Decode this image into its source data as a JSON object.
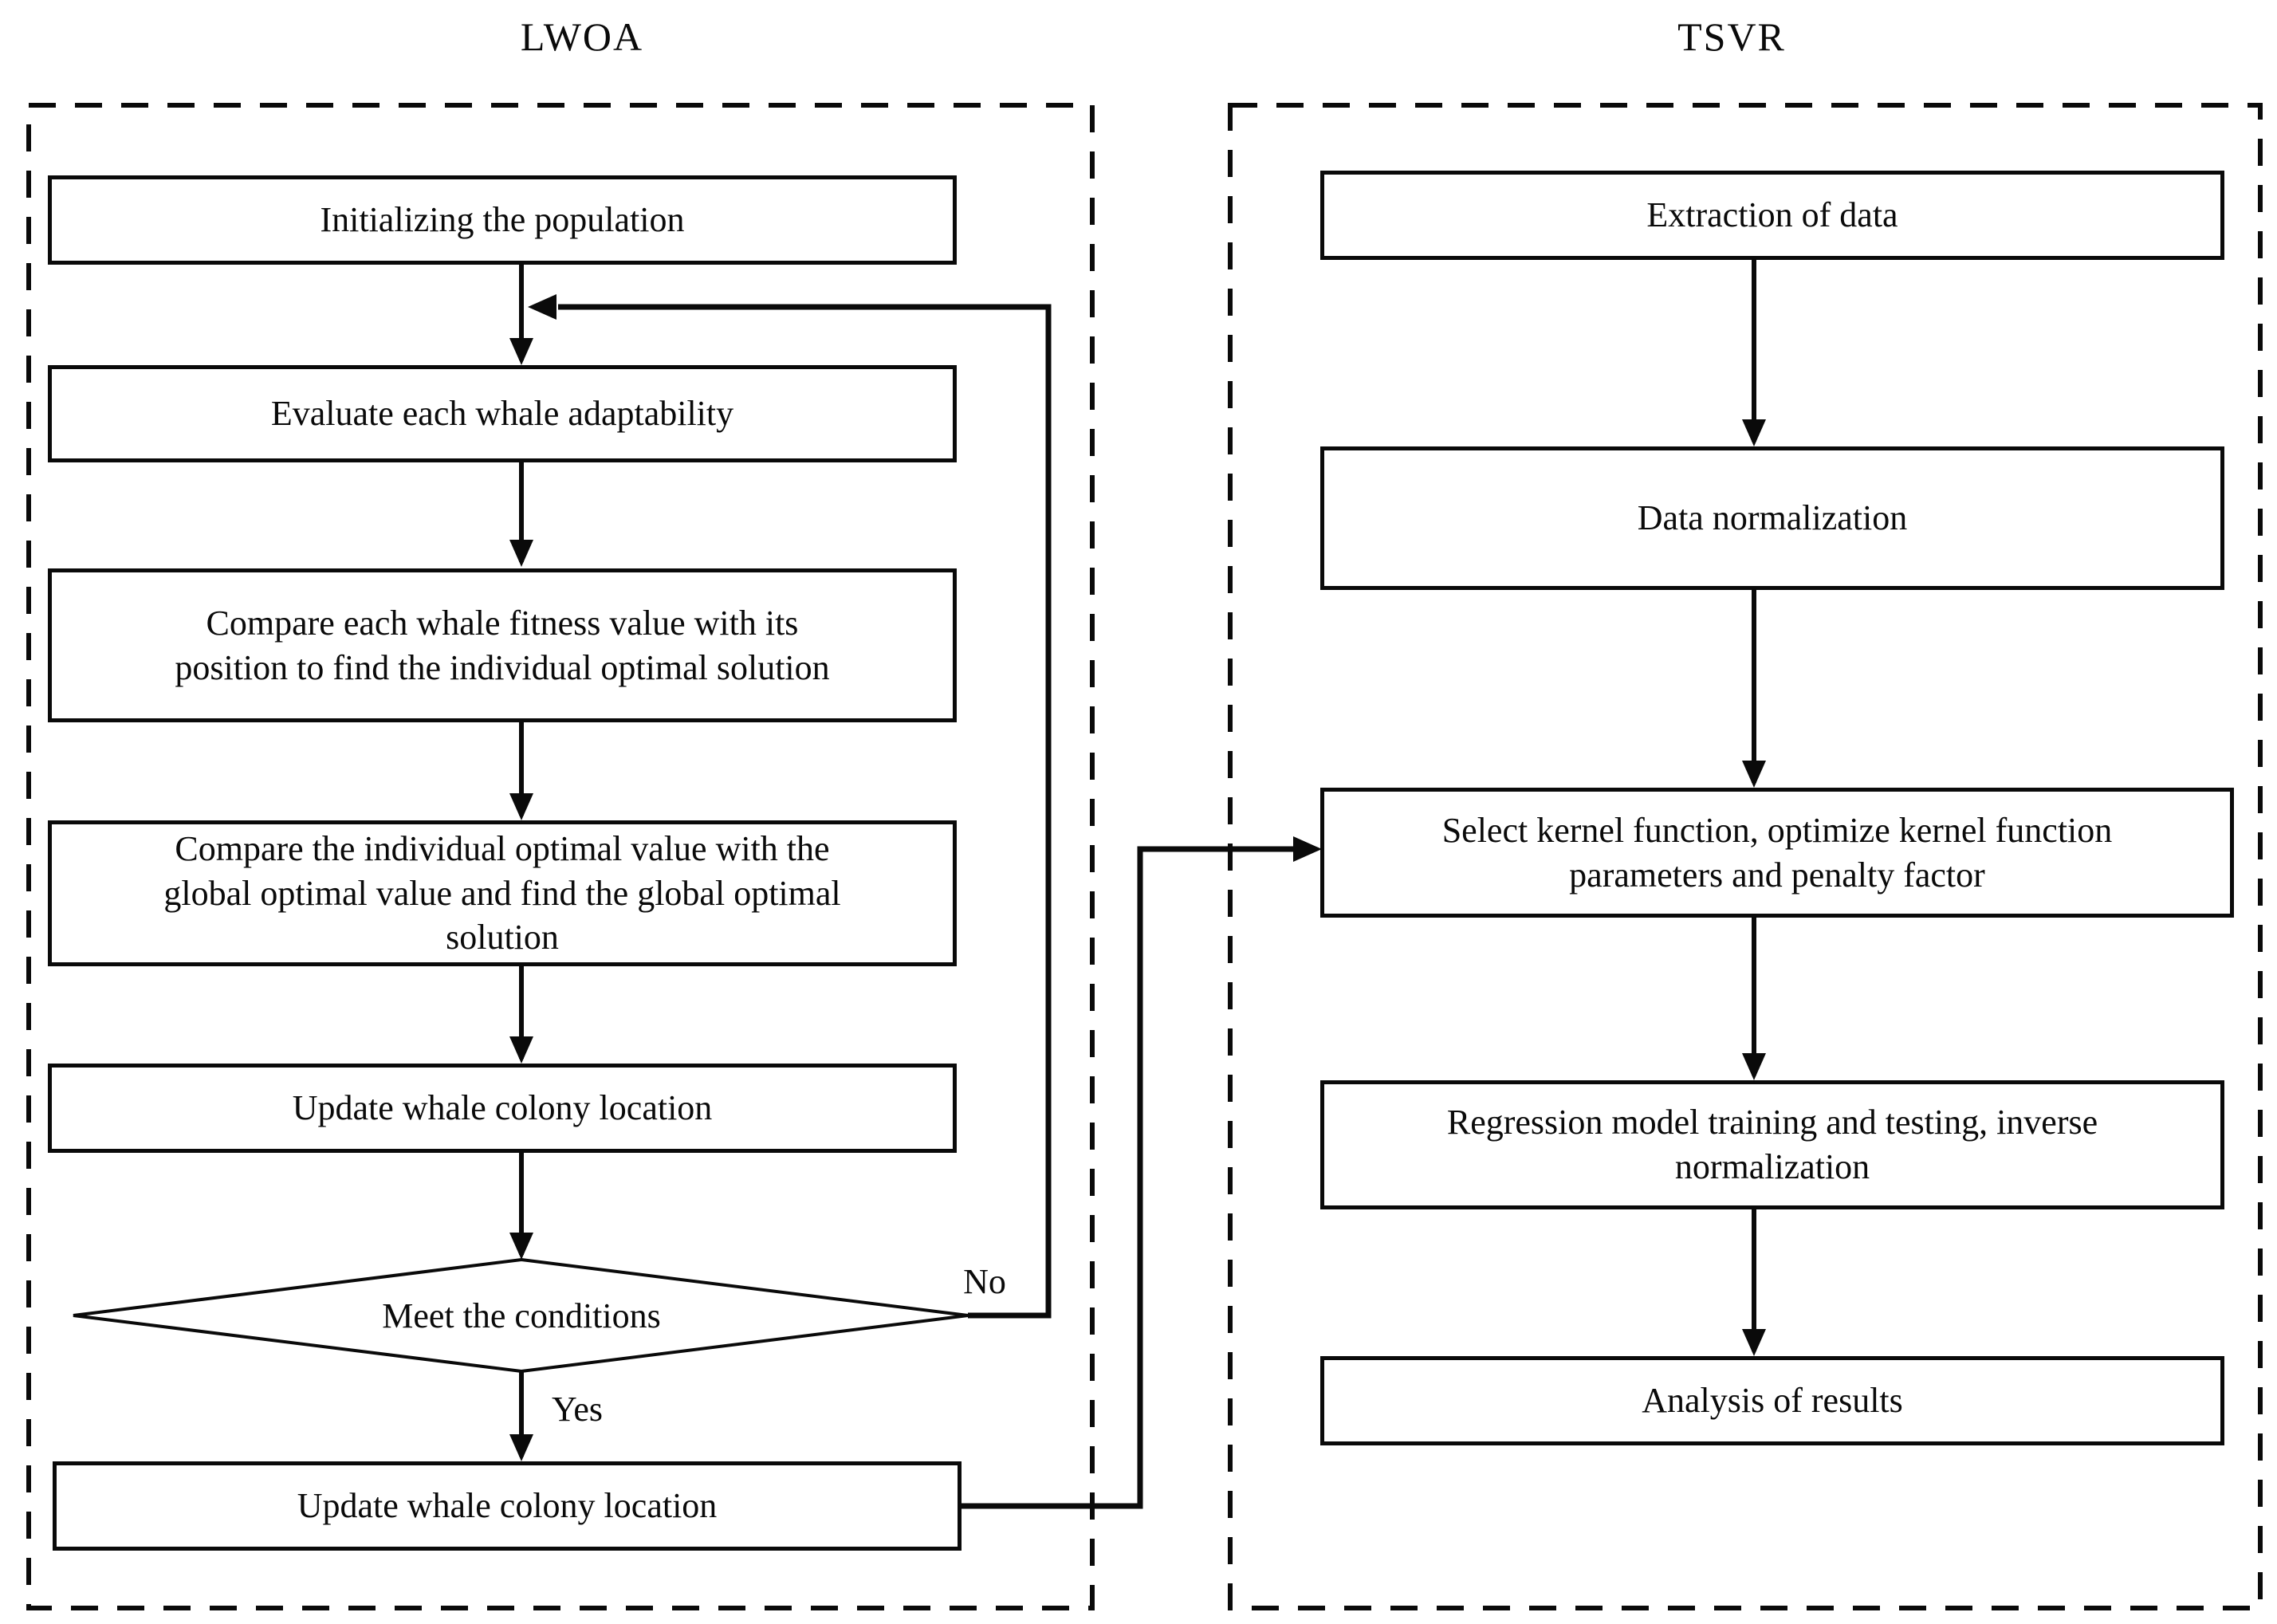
{
  "titles": {
    "left": "LWOA",
    "right": "TSVR"
  },
  "left_flow": {
    "boxes": [
      {
        "label": "Initializing the population"
      },
      {
        "label": "Evaluate each whale adaptability"
      },
      {
        "label": "Compare each whale fitness value with its\nposition to find the individual optimal solution"
      },
      {
        "label": "Compare the individual optimal value with the\nglobal optimal value and find the global optimal\nsolution"
      },
      {
        "label": "Update whale colony location"
      },
      {
        "label": "Update whale colony location"
      }
    ],
    "decision": {
      "label": "Meet the conditions",
      "no_label": "No",
      "yes_label": "Yes"
    }
  },
  "right_flow": {
    "boxes": [
      {
        "label": "Extraction of data"
      },
      {
        "label": "Data normalization"
      },
      {
        "label": "Select kernel function, optimize kernel function\nparameters and penalty factor"
      },
      {
        "label": "Regression model training and testing, inverse\nnormalization"
      },
      {
        "label": "Analysis of results"
      }
    ]
  },
  "colors": {
    "ink": "#0a0a0a",
    "paper": "#ffffff"
  }
}
